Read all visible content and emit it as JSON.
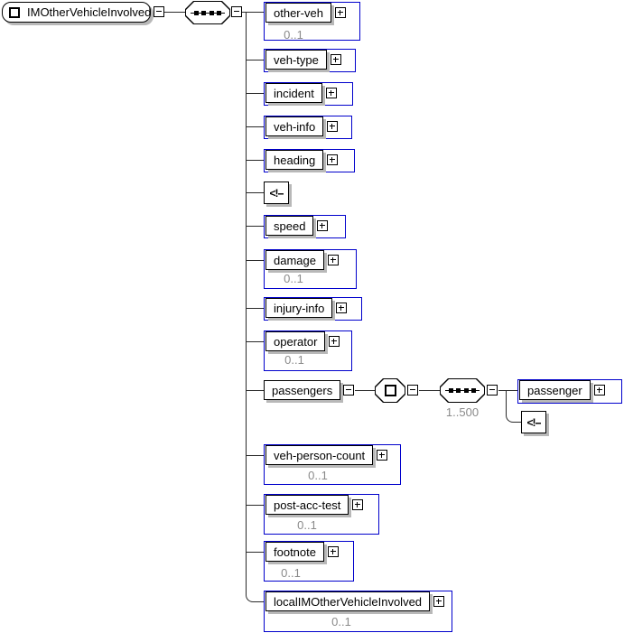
{
  "root": {
    "label": "IMOtherVehicleInvolved"
  },
  "children": [
    {
      "label": "other-veh",
      "occ": "0..1"
    },
    {
      "label": "veh-type"
    },
    {
      "label": "incident"
    },
    {
      "label": "veh-info"
    },
    {
      "label": "heading"
    },
    {
      "label": "<!--"
    },
    {
      "label": "speed"
    },
    {
      "label": "damage",
      "occ": "0..1"
    },
    {
      "label": "injury-info"
    },
    {
      "label": "operator",
      "occ": "0..1"
    },
    {
      "label": "passengers"
    },
    {
      "label": "veh-person-count",
      "occ": "0..1"
    },
    {
      "label": "post-acc-test",
      "occ": "0..1"
    },
    {
      "label": "footnote",
      "occ": "0..1"
    },
    {
      "label": "localIMOtherVehicleInvolved",
      "occ": "0..1"
    }
  ],
  "passengers_group": {
    "occ": "1..500",
    "children": [
      {
        "label": "passenger"
      },
      {
        "label": "<!--"
      }
    ]
  }
}
